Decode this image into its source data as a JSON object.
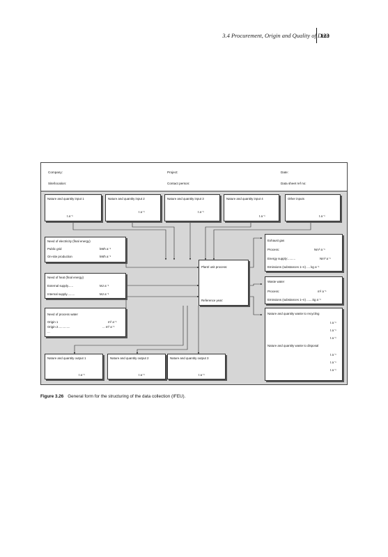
{
  "header": {
    "running_title": "3.4 Procurement, Origin and Quality of Data",
    "page_number": "123"
  },
  "form": {
    "company": "Company:",
    "project": "Project:",
    "date": "Date:",
    "site": "Site/location:",
    "contact": "Contact person:",
    "data_sheet": "Data sheet ref no:",
    "inputs": [
      {
        "title": "Nature and quantity input 1",
        "unit": "t a⁻¹"
      },
      {
        "title": "Nature and quantity input 2",
        "unit": "t a⁻¹"
      },
      {
        "title": "Nature and quantity input 3",
        "unit": "t a⁻¹"
      },
      {
        "title": "Nature and quantity input 4",
        "unit": "t a⁻¹"
      },
      {
        "title": "Other inputs",
        "unit": "t a⁻¹"
      }
    ],
    "electricity": {
      "title": "Need of electricity (final energy)",
      "row1": "Public grid",
      "row1_unit": "kWh a⁻¹",
      "row2": "On-site production",
      "row2_unit": "kWh a⁻¹"
    },
    "heat": {
      "title": "Need of heat (final energy)",
      "row1": "External supply......",
      "row1_unit": "MJ a⁻¹",
      "row2": "Internal supply.........",
      "row2_unit": "MJ a⁻¹"
    },
    "water": {
      "title": "Need of process water",
      "row1": "Origin 1",
      "row1_unit": "m³ a⁻¹",
      "row2": "Origin 2..............",
      "row2_unit": "... m³ a⁻¹",
      "row3": "..."
    },
    "plant": {
      "title": "Plant/ unit process:",
      "year": "Reference year:"
    },
    "exhaust": {
      "title": "Exhaust gas",
      "row1": "Process:",
      "row1_unit": "Nm³ a⁻¹",
      "row2": "Energy supply:.........",
      "row2_unit": "Nm³ a⁻¹",
      "row3": "Emissions (substances 1–n)  .... kg a⁻¹"
    },
    "wastewater": {
      "title": "Waste water",
      "row1": "Process:",
      "row1_unit": "m³ a⁻¹",
      "row2": "Emissions (substances 1–n) .......kg a⁻¹"
    },
    "waste": {
      "recycling_title": "Nature and quantity waste to recycling",
      "disposal_title": "Nature and quantity waste to disposal",
      "unit": "t a⁻¹"
    },
    "outputs": [
      {
        "title": "Nature and quantity output 1",
        "unit": "t a⁻¹"
      },
      {
        "title": "Nature and quantity output 2",
        "unit": "t a⁻¹"
      },
      {
        "title": "Nature and quantity output 3",
        "unit": "t a⁻¹"
      }
    ]
  },
  "caption": {
    "label": "Figure 3.26",
    "text": "General form for the structuring of the data collection (IFEU)."
  }
}
